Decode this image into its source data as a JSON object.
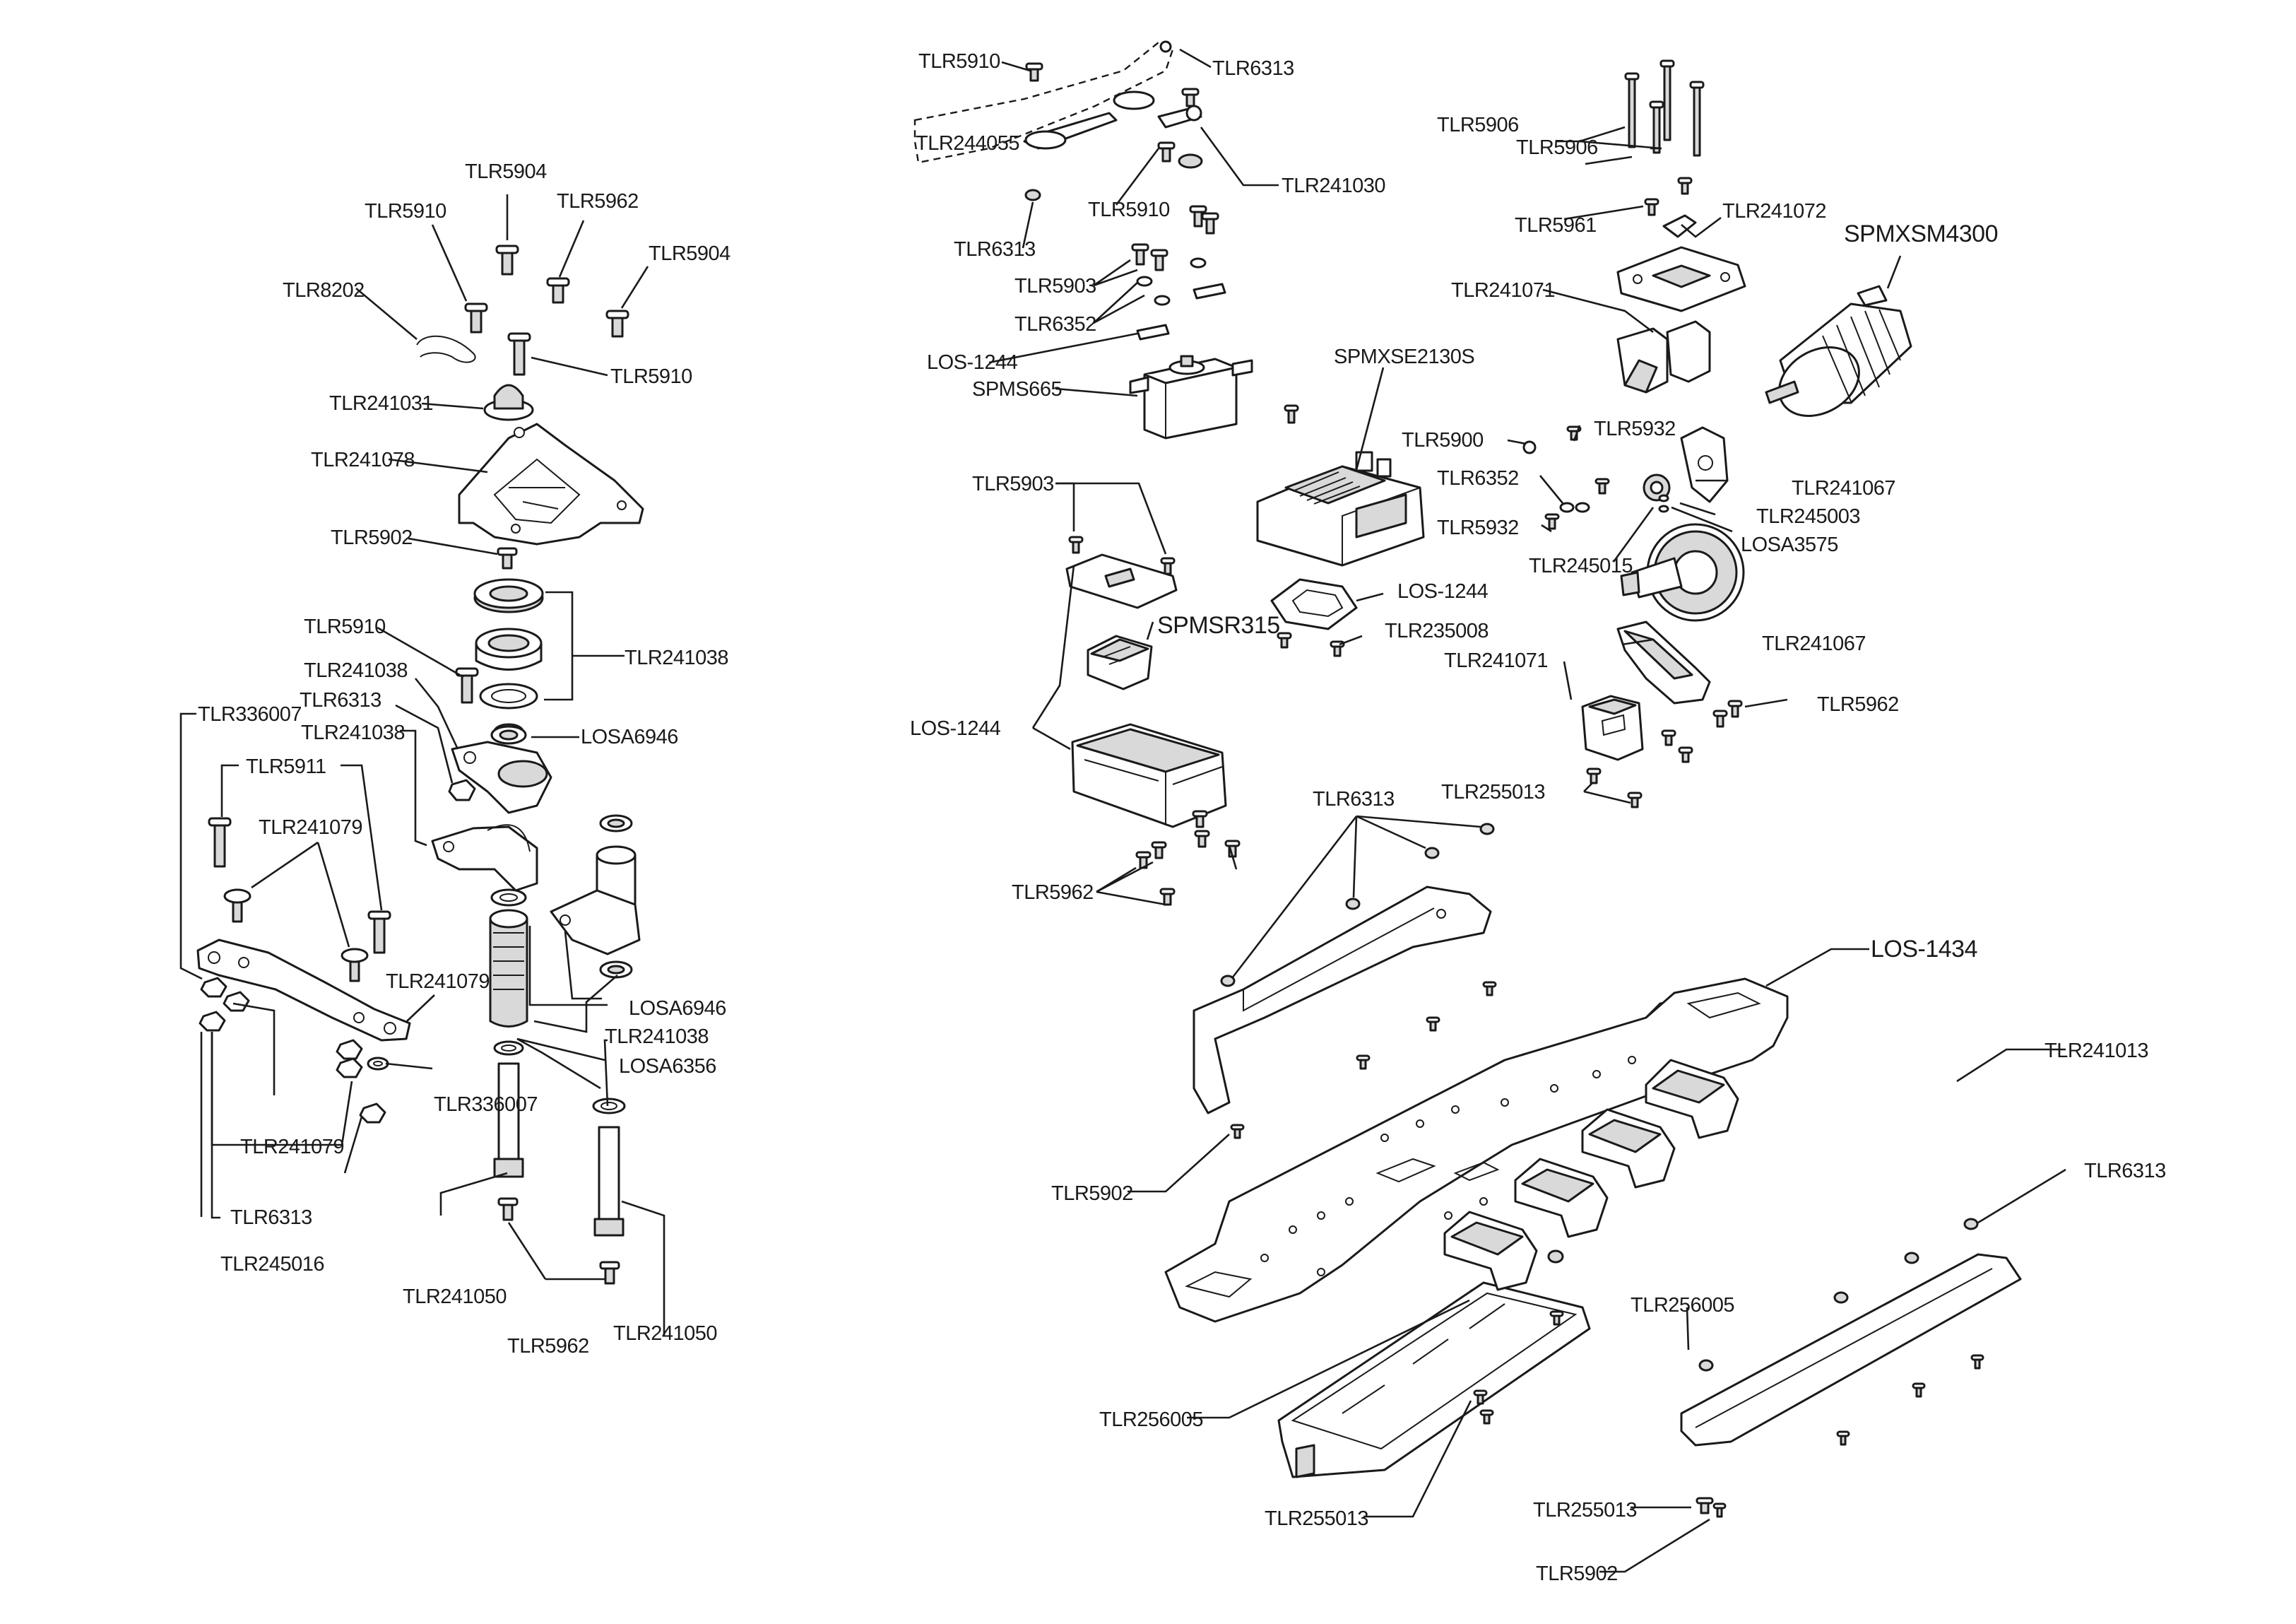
{
  "labels": {
    "tlr5904_a": "TLR5904",
    "tlr5910_a": "TLR5910",
    "tlr5962_a": "TLR5962",
    "tlr5904_b": "TLR5904",
    "tlr8202": "TLR8202",
    "tlr5910_b": "TLR5910",
    "tlr241031": "TLR241031",
    "tlr241078": "TLR241078",
    "tlr5902_a": "TLR5902",
    "tlr5910_c": "TLR5910",
    "tlr241038_a": "TLR241038",
    "tlr241038_b": "TLR241038",
    "tlr6313_a": "TLR6313",
    "tlr241038_c": "TLR241038",
    "losa6946_a": "LOSA6946",
    "tlr336007_a": "TLR336007",
    "tlr5911": "TLR5911",
    "tlr241079_a": "TLR241079",
    "tlr241079_b": "TLR241079",
    "losa6946_b": "LOSA6946",
    "tlr241038_d": "TLR241038",
    "losa6356": "LOSA6356",
    "tlr336007_b": "TLR336007",
    "tlr241079_c": "TLR241079",
    "tlr6313_b": "TLR6313",
    "tlr245016": "TLR245016",
    "tlr241050_a": "TLR241050",
    "tlr5962_b": "TLR5962",
    "tlr241050_b": "TLR241050",
    "tlr5910_d": "TLR5910",
    "tlr6313_c": "TLR6313",
    "tlr244055": "TLR244055",
    "tlr5910_e": "TLR5910",
    "tlr241030": "TLR241030",
    "tlr6313_d": "TLR6313",
    "tlr5903_a": "TLR5903",
    "tlr6352_a": "TLR6352",
    "los1244_a": "LOS-1244",
    "spms665": "SPMS665",
    "tlr5903_b": "TLR5903",
    "spmsr315": "SPMSR315",
    "los1244_b": "LOS-1244",
    "tlr5962_c": "TLR5962",
    "tlr5906_a": "TLR5906",
    "tlr5906_b": "TLR5906",
    "tlr5961": "TLR5961",
    "tlr241072": "TLR241072",
    "spmxsm4300": "SPMXSM4300",
    "tlr241071_a": "TLR241071",
    "spmxse2130s": "SPMXSE2130S",
    "tlr5900": "TLR5900",
    "tlr5932_a": "TLR5932",
    "tlr6352_b": "TLR6352",
    "tlr241067_a": "TLR241067",
    "tlr5932_b": "TLR5932",
    "tlr245003": "TLR245003",
    "losa3575": "LOSA3575",
    "tlr245015": "TLR245015",
    "los1244_c": "LOS-1244",
    "tlr235008": "TLR235008",
    "tlr241071_b": "TLR241071",
    "tlr241067_b": "TLR241067",
    "tlr5962_d": "TLR5962",
    "tlr255013_a": "TLR255013",
    "tlr6313_e": "TLR6313",
    "los1434": "LOS-1434",
    "tlr241013": "TLR241013",
    "tlr5902_b": "TLR5902",
    "tlr6313_f": "TLR6313",
    "tlr256005_a": "TLR256005",
    "tlr256005_b": "TLR256005",
    "tlr255013_b": "TLR255013",
    "tlr255013_c": "TLR255013",
    "tlr5902_c": "TLR5902"
  }
}
